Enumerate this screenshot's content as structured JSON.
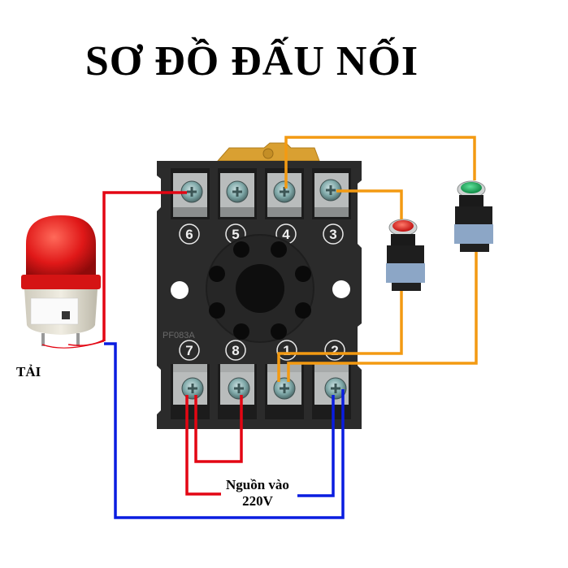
{
  "title": "SƠ ĐỒ ĐẤU NỐI",
  "labels": {
    "load": "TẢI",
    "power_line1": "Nguồn vào",
    "power_line2": "220V"
  },
  "socket": {
    "model": "PF083A",
    "top_terminals": [
      "6",
      "5",
      "4",
      "3"
    ],
    "bottom_terminals": [
      "7",
      "8",
      "1",
      "2"
    ]
  },
  "components": {
    "lamp": "red-warning-lamp",
    "button_red": "red-push-button",
    "button_green": "green-push-button"
  },
  "colors": {
    "wire_red": "#e30613",
    "wire_blue": "#0a1de0",
    "wire_orange": "#f39a12",
    "socket_body": "#2b2b2b",
    "socket_clip": "#d9a032",
    "lamp_red": "#e01818",
    "button_green": "#1aa35a",
    "button_red": "#e02020"
  }
}
